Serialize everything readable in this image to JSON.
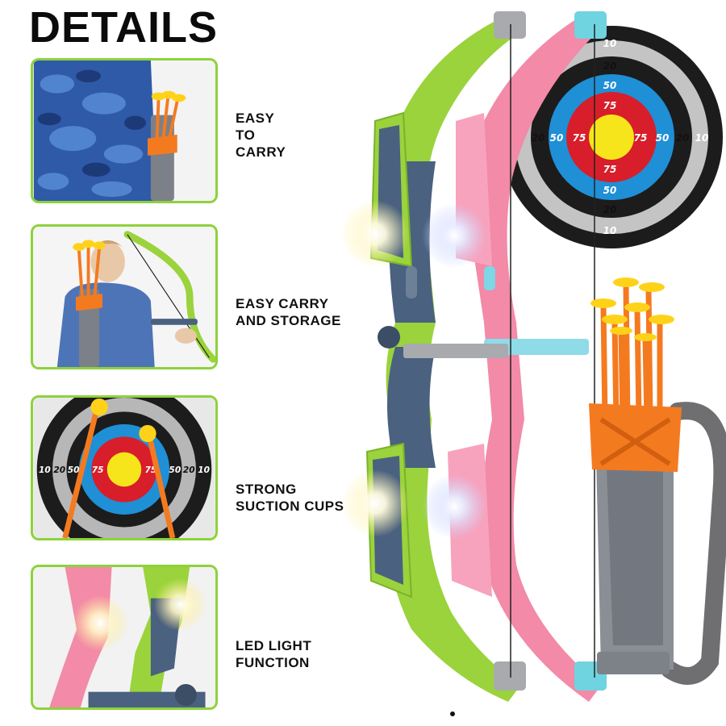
{
  "title": "DETAILS",
  "features": [
    {
      "line1": "EASY",
      "line2": "TO",
      "line3": "CARRY"
    },
    {
      "line1": "EASY CARRY",
      "line2": "AND STORAGE"
    },
    {
      "line1": "STRONG",
      "line2": "SUCTION CUPS"
    },
    {
      "line1": "LED LIGHT",
      "line2": "FUNCTION"
    }
  ],
  "target": {
    "rings": [
      "10",
      "20",
      "50",
      "75"
    ],
    "row": [
      "10",
      "20",
      "50",
      "75",
      "75",
      "50",
      "20",
      "10"
    ]
  },
  "panel_target": {
    "row": [
      "10",
      "20",
      "50",
      "75",
      "75",
      "50",
      "20",
      "10"
    ]
  },
  "colors": {
    "panel_border": "#8ed23b",
    "bow_green": "#9ad33c",
    "bow_navy": "#4a6180",
    "bow_pink": "#f28aa8",
    "ring_black": "#1c1c1c",
    "ring_grey": "#b7b7b7",
    "ring_blue": "#1f8fd6",
    "ring_red": "#d71e2a",
    "bullseye": "#f7e51b",
    "arrow_orange": "#f47a20",
    "cup_yellow": "#ffd21a",
    "quiver_grey": "#8a8f96"
  }
}
